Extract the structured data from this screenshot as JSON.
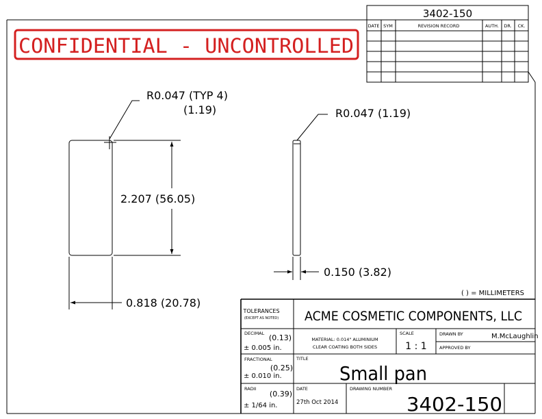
{
  "drawing": {
    "header_number": "3402-150",
    "stamp": "CONFIDENTIAL - UNCONTROLLED",
    "stamp_color": "#d42020",
    "revision": {
      "headers": [
        "DATE",
        "SYM",
        "REVISION RECORD",
        "AUTH.",
        "DR.",
        "CK."
      ]
    },
    "dims": {
      "radius_typ": "R0.047 (TYP 4)",
      "radius_typ_mm": "(1.19)",
      "height": "2.207 (56.05)",
      "width": "0.818 (20.78)",
      "radius_side": "R0.047 (1.19)",
      "thickness": "0.150 (3.82)",
      "units_note": "( ) = MILLIMETERS"
    },
    "title_block": {
      "tolerances_label": "TOLERANCES",
      "tolerances_sub": "(EXCEPT AS NOTED)",
      "company": "ACME COSMETIC COMPONENTS, LLC",
      "decimal_label": "DECIMAL",
      "decimal_mm": "(0.13)",
      "decimal_in": "± 0.005 in.",
      "fractional_label": "FRACTIONAL",
      "fractional_mm": "(0.25)",
      "fractional_in": "± 0.010 in.",
      "radii_label": "RADII",
      "radii_mm": "(0.39)",
      "radii_in": "± 1/64 in.",
      "material_line1": "MATERIAL: 0.014\" ALUMINIUM",
      "material_line2": "CLEAR COATING BOTH SIDES",
      "scale_label": "SCALE",
      "scale_value": "1 : 1",
      "drawn_by_label": "DRAWN BY",
      "drawn_by_value": "M.McLaughlin",
      "approved_by_label": "APPROVED BY",
      "title_label": "TITLE",
      "title_value": "Small pan",
      "date_label": "DATE",
      "date_value": "27th Oct 2014",
      "drawing_number_label": "DRAWING NUMBER",
      "drawing_number_value": "3402-150"
    }
  }
}
